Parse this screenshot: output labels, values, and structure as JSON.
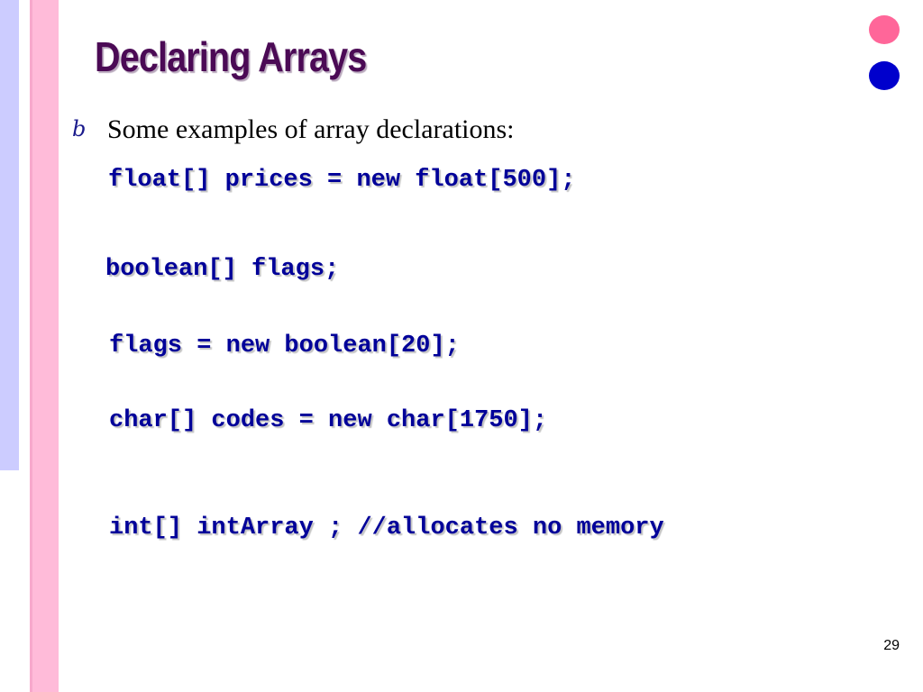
{
  "slide": {
    "title": "Declaring Arrays",
    "bullet_icon": "bullet-glyph-icon",
    "bullet_glyph": "b",
    "bullet_text": "Some examples of array declarations:",
    "code_lines": [
      "float[] prices = new float[500];",
      "boolean[] flags;",
      "flags = new boolean[20];",
      "char[] codes = new char[1750];",
      "int[] intArray ; //allocates no memory"
    ],
    "page_number": "29"
  },
  "decor": {
    "accent_lavender": "#ccccff",
    "accent_pink": "#ffbbd9",
    "dot_pink": "#ff6699",
    "dot_blue": "#0000cc",
    "title_color": "#4b0a55",
    "code_color": "#000099"
  }
}
